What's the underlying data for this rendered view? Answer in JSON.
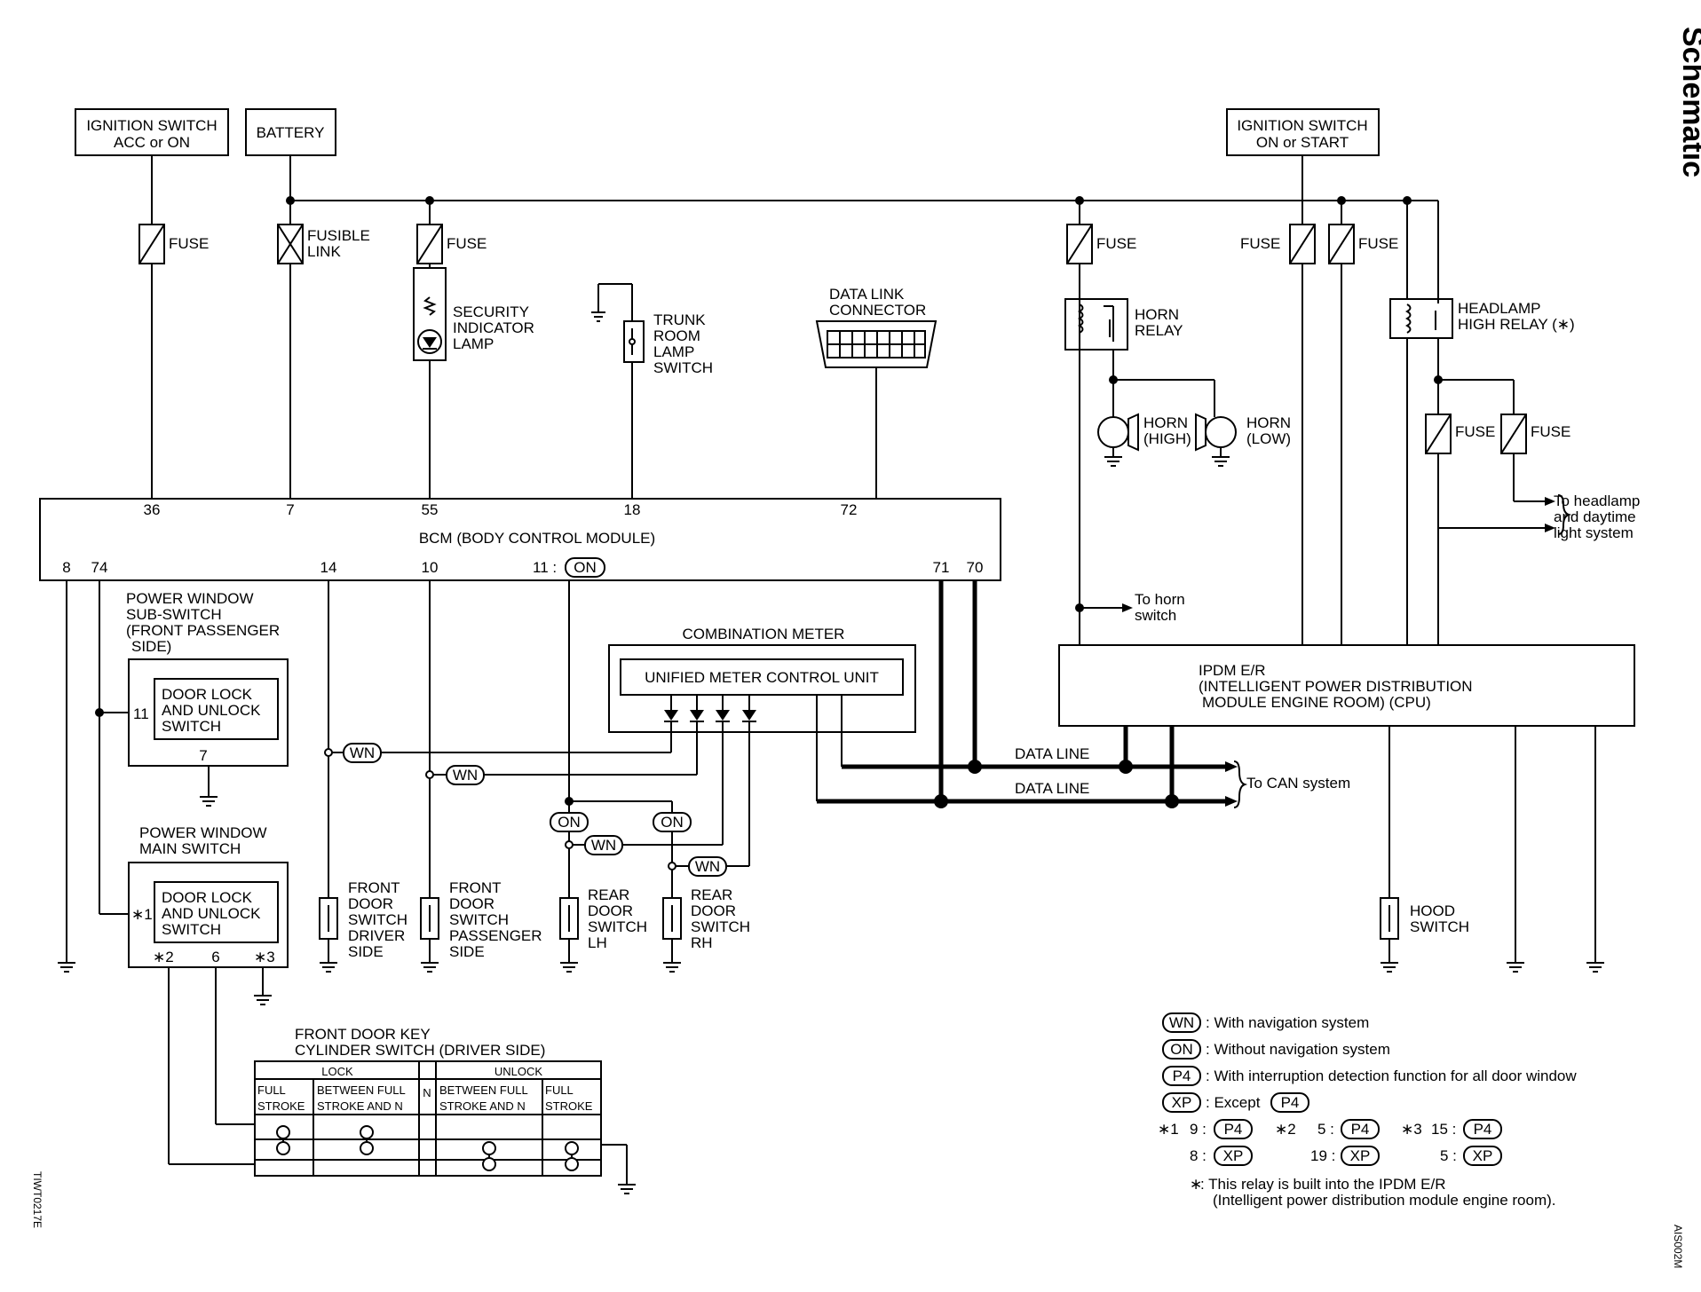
{
  "side_title": "Schematic",
  "figure_id": "TIWT0217E",
  "doc_code": "AIS002M",
  "sources": {
    "ign_acc": [
      "IGNITION SWITCH",
      "ACC or ON"
    ],
    "battery": "BATTERY",
    "ign_on": [
      "IGNITION SWITCH",
      "ON or START"
    ]
  },
  "fuse": "FUSE",
  "fusible_link": [
    "FUSIBLE",
    "LINK"
  ],
  "security_lamp": [
    "SECURITY",
    "INDICATOR",
    "LAMP"
  ],
  "trunk_switch": [
    "TRUNK",
    "ROOM",
    "LAMP",
    "SWITCH"
  ],
  "data_link": [
    "DATA LINK",
    "CONNECTOR"
  ],
  "horn_relay": [
    "HORN",
    "RELAY"
  ],
  "horn_high": [
    "HORN",
    "(HIGH)"
  ],
  "horn_low": [
    "HORN",
    "(LOW)"
  ],
  "headlamp_relay": [
    "HEADLAMP",
    "HIGH RELAY (∗)"
  ],
  "to_headlamp": [
    "To headlamp",
    "and daytime",
    "light system"
  ],
  "bcm": {
    "title": "BCM (BODY CONTROL MODULE)",
    "top_pins": [
      "36",
      "7",
      "55",
      "18",
      "72"
    ],
    "bottom_pins": [
      "8",
      "74",
      "14",
      "10",
      "11 :",
      "71",
      "70"
    ]
  },
  "pw_sub": {
    "title": [
      "POWER WINDOW",
      "SUB-SWITCH",
      "(FRONT PASSENGER",
      "SIDE)"
    ],
    "inner": [
      "DOOR LOCK",
      "AND UNLOCK",
      "SWITCH"
    ],
    "pins": [
      "11",
      "7"
    ]
  },
  "pw_main": {
    "title": [
      "POWER WINDOW",
      "MAIN SWITCH"
    ],
    "inner": [
      "DOOR LOCK",
      "AND UNLOCK",
      "SWITCH"
    ],
    "pins": [
      "∗1",
      "∗2",
      "6",
      "∗3"
    ]
  },
  "combination_meter": "COMBINATION METER",
  "unified_meter": "UNIFIED METER CONTROL UNIT",
  "ipdm": [
    "IPDM E/R",
    "(INTELLIGENT POWER DISTRIBUTION",
    "MODULE ENGINE ROOM) (CPU)"
  ],
  "to_horn": [
    "To horn",
    "switch"
  ],
  "data_line": "DATA LINE",
  "to_can": "To CAN system",
  "door_switches": {
    "fd_driver": [
      "FRONT",
      "DOOR",
      "SWITCH",
      "DRIVER",
      "SIDE"
    ],
    "fd_pass": [
      "FRONT",
      "DOOR",
      "SWITCH",
      "PASSENGER",
      "SIDE"
    ],
    "rd_lh": [
      "REAR",
      "DOOR",
      "SWITCH",
      "LH"
    ],
    "rd_rh": [
      "REAR",
      "DOOR",
      "SWITCH",
      "RH"
    ]
  },
  "hood_switch": [
    "HOOD",
    "SWITCH"
  ],
  "key_cyl": {
    "title": [
      "FRONT DOOR KEY",
      "CYLINDER SWITCH (DRIVER SIDE)"
    ],
    "lock": "LOCK",
    "unlock": "UNLOCK",
    "n": "N",
    "full": [
      "FULL",
      "STROKE"
    ],
    "between": [
      "BETWEEN FULL",
      "STROKE AND N"
    ]
  },
  "ovals": {
    "wn": "WN",
    "on": "ON",
    "p4": "P4",
    "xp": "XP"
  },
  "legend": {
    "wn": ": With navigation system",
    "on": ": Without navigation system",
    "p4": ": With interruption detection function for all door window",
    "xp": ": Except",
    "notes": {
      "n1": "∗1",
      "n2": "∗2",
      "n3": "∗3",
      "p1": "9 :",
      "p2": "5 :",
      "p3": "15 :",
      "x1": "8 :",
      "x2": "19 :",
      "x3": "5 :"
    },
    "star": "∗",
    "relay_note": [
      ": This relay is built into the IPDM E/R",
      "(Intelligent power distribution module engine room)."
    ]
  }
}
